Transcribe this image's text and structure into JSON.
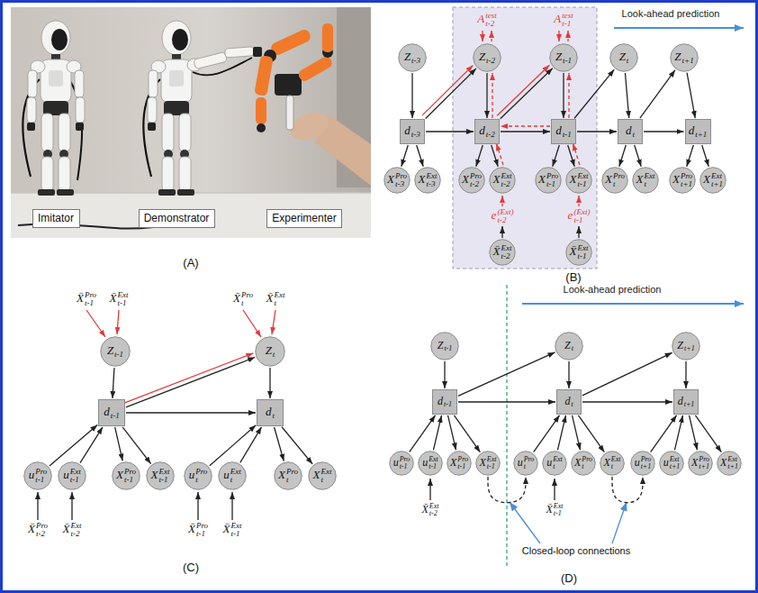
{
  "diagram": {
    "nodes": [
      {
        "text": [
          "Imitator"
        ]
      },
      {
        "text": [
          "Demonstrator"
        ]
      },
      {
        "text": [
          "Experimenter"
        ]
      },
      {
        "text": [
          "Zt-3"
        ]
      },
      {
        "text": [
          "Zt-2"
        ]
      },
      {
        "text": [
          "Zt-1"
        ]
      },
      {
        "text": [
          "Zt"
        ]
      },
      {
        "text": [
          "Zt+1"
        ]
      },
      {
        "text": [
          "dt-3"
        ]
      },
      {
        "text": [
          "dt-2"
        ]
      },
      {
        "text": [
          "dt-1"
        ]
      },
      {
        "text": [
          "dt"
        ]
      },
      {
        "text": [
          "dt+1"
        ]
      },
      {
        "text": [
          "XProt-3"
        ]
      },
      {
        "text": [
          "XExtt-3"
        ]
      },
      {
        "text": [
          "XProt-2"
        ]
      },
      {
        "text": [
          "XExtt-2"
        ]
      },
      {
        "text": [
          "XProt-1"
        ]
      },
      {
        "text": [
          "XExtt-1"
        ]
      },
      {
        "text": [
          "XProt"
        ]
      },
      {
        "text": [
          "XExtt"
        ]
      },
      {
        "text": [
          "XProt+1"
        ]
      },
      {
        "text": [
          "XExtt+1"
        ]
      },
      {
        "text": [
          "X̄Extt-2"
        ]
      },
      {
        "text": [
          "X̄Extt-1"
        ]
      },
      {
        "text": [
          "Zt-1"
        ]
      },
      {
        "text": [
          "Zt"
        ]
      },
      {
        "text": [
          "dt-1"
        ]
      },
      {
        "text": [
          "dt"
        ]
      },
      {
        "text": [
          "uProt-1"
        ]
      },
      {
        "text": [
          "uExtt-1"
        ]
      },
      {
        "text": [
          "XProt-1"
        ]
      },
      {
        "text": [
          "XExtt-1"
        ]
      },
      {
        "text": [
          "uProt"
        ]
      },
      {
        "text": [
          "uExtt"
        ]
      },
      {
        "text": [
          "XProt"
        ]
      },
      {
        "text": [
          "XExtt"
        ]
      },
      {
        "text": [
          "Zt-1"
        ]
      },
      {
        "text": [
          "Zt"
        ]
      },
      {
        "text": [
          "Zt+1"
        ]
      },
      {
        "text": [
          "dt-1"
        ]
      },
      {
        "text": [
          "dt"
        ]
      },
      {
        "text": [
          "dt+1"
        ]
      },
      {
        "text": [
          "uProt-1"
        ]
      },
      {
        "text": [
          "uExtt-1"
        ]
      },
      {
        "text": [
          "XProt-1"
        ]
      },
      {
        "text": [
          "XExtt-1"
        ]
      },
      {
        "text": [
          "uProt"
        ]
      },
      {
        "text": [
          "uExtt"
        ]
      },
      {
        "text": [
          "XProt"
        ]
      },
      {
        "text": [
          "XExtt"
        ]
      },
      {
        "text": [
          "uProt+1"
        ]
      },
      {
        "text": [
          "uExtt+1"
        ]
      },
      {
        "text": [
          "XProt+1"
        ]
      },
      {
        "text": [
          "XExtt+1"
        ]
      }
    ],
    "edges": [
      {
        "from": 3,
        "to": 8,
        "arrow": "to"
      },
      {
        "from": 8,
        "to": 4,
        "arrow": "to"
      },
      {
        "from": 8,
        "to": 4,
        "arrow": "to"
      },
      {
        "from": 4,
        "to": 9,
        "arrow": "to"
      },
      {
        "from": 9,
        "to": 5,
        "arrow": "to"
      },
      {
        "from": 9,
        "to": 5,
        "arrow": "to"
      },
      {
        "from": 5,
        "to": 10,
        "arrow": "to"
      },
      {
        "from": 10,
        "to": 6,
        "arrow": "to"
      },
      {
        "from": 6,
        "to": 11,
        "arrow": "to"
      },
      {
        "from": 11,
        "to": 7,
        "arrow": "to"
      },
      {
        "from": 7,
        "to": 12,
        "arrow": "to"
      },
      {
        "from": 8,
        "to": 9,
        "arrow": "to"
      },
      {
        "from": 9,
        "to": 10,
        "arrow": "to"
      },
      {
        "from": 10,
        "to": 11,
        "arrow": "to"
      },
      {
        "from": 11,
        "to": 12,
        "arrow": "to"
      },
      {
        "from": 8,
        "to": 13,
        "arrow": "to"
      },
      {
        "from": 8,
        "to": 14,
        "arrow": "to"
      },
      {
        "from": 9,
        "to": 15,
        "arrow": "to"
      },
      {
        "from": 9,
        "to": 16,
        "arrow": "to"
      },
      {
        "from": 10,
        "to": 17,
        "arrow": "to"
      },
      {
        "from": 10,
        "to": 18,
        "arrow": "to"
      },
      {
        "from": 11,
        "to": 19,
        "arrow": "to"
      },
      {
        "from": 11,
        "to": 20,
        "arrow": "to"
      },
      {
        "from": 12,
        "to": 21,
        "arrow": "to"
      },
      {
        "from": 12,
        "to": 22,
        "arrow": "to"
      },
      {
        "from": 9,
        "to": 4,
        "arrow": "to"
      },
      {
        "from": 10,
        "to": 5,
        "arrow": "to"
      },
      {
        "from": 16,
        "to": 9,
        "arrow": "to"
      },
      {
        "from": 18,
        "to": 10,
        "arrow": "to"
      },
      {
        "from": 10,
        "to": 9,
        "arrow": "to"
      },
      {
        "from": 25,
        "to": 27,
        "arrow": "to"
      },
      {
        "from": 26,
        "to": 28,
        "arrow": "to"
      },
      {
        "from": 27,
        "to": 26,
        "arrow": "to"
      },
      {
        "from": 27,
        "to": 26,
        "arrow": "to"
      },
      {
        "from": 27,
        "to": 28,
        "arrow": "to"
      },
      {
        "from": 29,
        "to": 27,
        "arrow": "to"
      },
      {
        "from": 30,
        "to": 27,
        "arrow": "to"
      },
      {
        "from": 27,
        "to": 31,
        "arrow": "to"
      },
      {
        "from": 27,
        "to": 32,
        "arrow": "to"
      },
      {
        "from": 33,
        "to": 28,
        "arrow": "to"
      },
      {
        "from": 34,
        "to": 28,
        "arrow": "to"
      },
      {
        "from": 28,
        "to": 35,
        "arrow": "to"
      },
      {
        "from": 28,
        "to": 36,
        "arrow": "to"
      },
      {
        "from": 37,
        "to": 40,
        "arrow": "to"
      },
      {
        "from": 38,
        "to": 41,
        "arrow": "to"
      },
      {
        "from": 39,
        "to": 42,
        "arrow": "to"
      },
      {
        "from": 40,
        "to": 38,
        "arrow": "to"
      },
      {
        "from": 41,
        "to": 39,
        "arrow": "to"
      },
      {
        "from": 40,
        "to": 41,
        "arrow": "to"
      },
      {
        "from": 41,
        "to": 42,
        "arrow": "to"
      },
      {
        "from": 43,
        "to": 40,
        "arrow": "to"
      },
      {
        "from": 44,
        "to": 40,
        "arrow": "to"
      },
      {
        "from": 40,
        "to": 45,
        "arrow": "to"
      },
      {
        "from": 40,
        "to": 46,
        "arrow": "to"
      },
      {
        "from": 47,
        "to": 41,
        "arrow": "to"
      },
      {
        "from": 48,
        "to": 41,
        "arrow": "to"
      },
      {
        "from": 41,
        "to": 49,
        "arrow": "to"
      },
      {
        "from": 41,
        "to": 50,
        "arrow": "to"
      },
      {
        "from": 51,
        "to": 42,
        "arrow": "to"
      },
      {
        "from": 52,
        "to": 42,
        "arrow": "to"
      },
      {
        "from": 42,
        "to": 53,
        "arrow": "to"
      },
      {
        "from": 42,
        "to": 54,
        "arrow": "to"
      },
      {
        "from": 46,
        "to": 47,
        "arrow": "to"
      },
      {
        "from": 50,
        "to": 51,
        "arrow": "to"
      }
    ],
    "labels": [
      "(A)",
      "Atestt-2",
      "Atestt-1",
      "Look-ahead prediction",
      "e(Ext)t-2",
      "e(Ext)t-1",
      "(B)",
      "X̄Prot-1",
      "X̄Extt-1",
      "X̄Prot",
      "X̄Extt",
      "X̄Prot-2",
      "X̄Extt-2",
      "X̄Prot-1",
      "X̄Extt-1",
      "(C)",
      "Look-ahead prediction",
      "X̄Extt-2",
      "X̄Extt-1",
      "Closed-loop connections",
      "(D)"
    ]
  }
}
